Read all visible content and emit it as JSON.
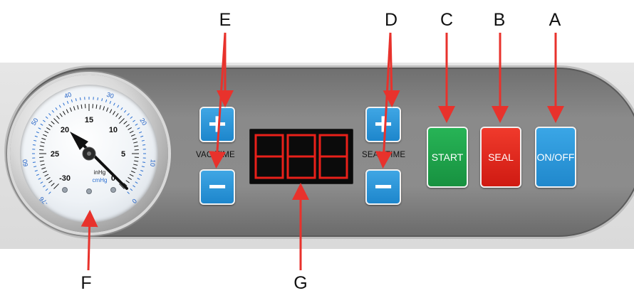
{
  "panel": {
    "vac_label": "VAC TIME",
    "seal_label": "SEAL TIME",
    "start_label": "START",
    "seal_button_label": "SEAL",
    "onoff_label": "ON/OFF"
  },
  "gauge": {
    "units_top": "inHg",
    "units_bottom": "cmHg",
    "outer_ticks": [
      "-76",
      "60",
      "50",
      "40",
      "30",
      "20",
      "10",
      "0"
    ],
    "inner_ticks": [
      "-30",
      "25",
      "20",
      "15",
      "10",
      "5",
      "0"
    ]
  },
  "callouts": {
    "A": "A",
    "B": "B",
    "C": "C",
    "D": "D",
    "E": "E",
    "F": "F",
    "G": "G"
  },
  "colors": {
    "start": "#1fa24a",
    "seal": "#e2231a",
    "onoff": "#2e96d6",
    "plusminus": "#2e96d6",
    "arrow": "#e8322c",
    "segment": "#e8201a"
  }
}
